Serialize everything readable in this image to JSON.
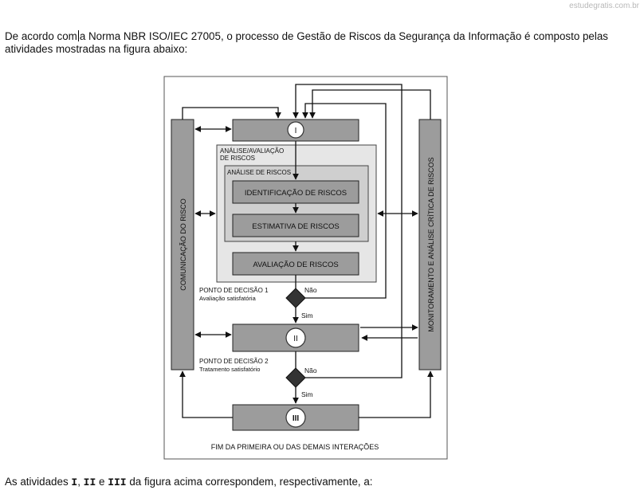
{
  "watermark": "estudegratis.com.br",
  "question": {
    "intro_part1": "De acordo com",
    "intro_part2": "a Norma NBR ISO/IEC 27005, o processo de Gestão de Riscos da Segurança da Informação é composto pelas atividades mostradas na figura abaixo:",
    "tail_prefix": "As atividades",
    "label_i": "I",
    "label_ii": "II",
    "label_iii": "III",
    "sep_comma": ",",
    "sep_and": "e",
    "tail_suffix": "da figura acima correspondem, respectivamente, a:"
  },
  "diagram": {
    "communication": "COMUNICAÇÃO DO RISCO",
    "monitoring": "MONITORAMENTO E ANÁLISE CRÍTICA DE RISCOS",
    "assessment_line1": "ANÁLISE/AVALIAÇÃO",
    "assessment_line2": "DE RISCOS",
    "analysis": "ANÁLISE DE RISCOS",
    "identification": "IDENTIFICAÇÃO DE RISCOS",
    "estimation": "ESTIMATIVA DE RISCOS",
    "evaluation": "AVALIAÇÃO DE RISCOS",
    "dp1_line1": "PONTO DE DECISÃO 1",
    "dp1_line2": "Avaliação satisfatória",
    "dp2_line1": "PONTO DE DECISÃO 2",
    "dp2_line2": "Tratamento satisfatório",
    "no": "Não",
    "yes": "Sim",
    "marker_i": "I",
    "marker_ii": "II",
    "marker_iii": "III",
    "footer": "FIM DA PRIMEIRA OU DAS DEMAIS INTERAÇÕES"
  }
}
